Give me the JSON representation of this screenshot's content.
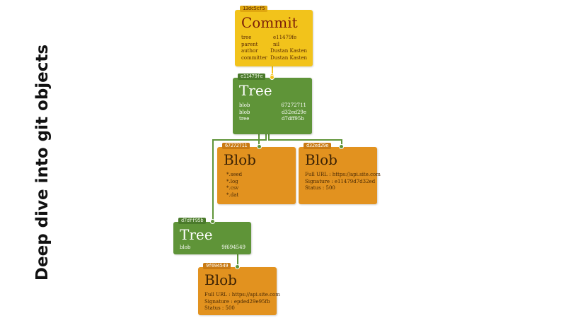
{
  "side_title": "Deep dive into git objects",
  "colors": {
    "commit": "#f2c31b",
    "tree": "#5f9438",
    "blob": "#e2921f",
    "connector_green": "#5f9438",
    "connector_yellow": "#f2c31b"
  },
  "commit": {
    "hash": "13dc5cf5",
    "title": "Commit",
    "fields": [
      {
        "key": "tree",
        "value": "e11479fe"
      },
      {
        "key": "parent",
        "value": "nil"
      },
      {
        "key": "author",
        "value": "Dustan Kasten"
      },
      {
        "key": "committer",
        "value": "Dustan Kasten"
      }
    ]
  },
  "tree_root": {
    "hash": "e11479fe",
    "title": "Tree",
    "entries": [
      {
        "type": "blob",
        "hash": "67272711"
      },
      {
        "type": "blob",
        "hash": "d32ed29e"
      },
      {
        "type": "tree",
        "hash": "d7dff95b"
      }
    ]
  },
  "blob_ignore": {
    "hash": "67272711",
    "title": "Blob",
    "lines": [
      "*.seed",
      "*.log",
      "*.csv",
      "*.dat"
    ]
  },
  "blob_config_a": {
    "hash": "d32ed29e",
    "title": "Blob",
    "lines": [
      "Full URL : https://api.site.com",
      "Signature : e11479d7d32ed",
      "Status : 500"
    ]
  },
  "tree_sub": {
    "hash": "d7dff95b",
    "title": "Tree",
    "entries": [
      {
        "type": "blob",
        "hash": "9f694549"
      }
    ]
  },
  "blob_config_b": {
    "hash": "9f694549",
    "title": "Blob",
    "lines": [
      "Full URL : https://api.site.com",
      "Signature : epded29e95fb",
      "Status : 500"
    ]
  }
}
